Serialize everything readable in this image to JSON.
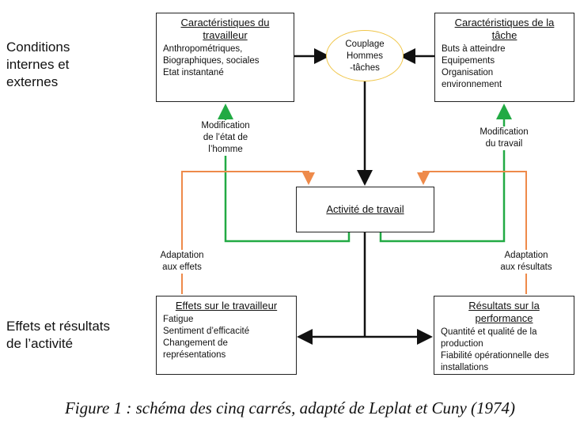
{
  "side_labels": {
    "top": [
      "Conditions",
      "internes et",
      "externes"
    ],
    "bottom": [
      "Effets et résultats",
      "de l’activité"
    ]
  },
  "boxes": {
    "worker": {
      "title": [
        "Caractéristiques du",
        "travailleur"
      ],
      "lines": [
        "Anthropométriques,",
        "Biographiques, sociales",
        "Etat instantané"
      ]
    },
    "task": {
      "title": [
        "Caractéristiques de la",
        "tâche"
      ],
      "lines": [
        "Buts à atteindre",
        "Equipements",
        "Organisation",
        "environnement"
      ]
    },
    "activity": {
      "title": "Activité de travail"
    },
    "effects": {
      "title": [
        "Effets sur le travailleur"
      ],
      "lines": [
        "Fatigue",
        "Sentiment d’efficacité",
        "Changement de",
        "représentations"
      ]
    },
    "results": {
      "title": [
        "Résultats sur la",
        "performance"
      ],
      "lines": [
        "Quantité et qualité de la",
        "production",
        "Fiabilité opérationnelle des",
        "installations"
      ]
    }
  },
  "coupling": [
    "Couplage",
    "Hommes",
    "-tâches"
  ],
  "flow_labels": {
    "mod_human": [
      "Modification",
      "de l’état de",
      "l’homme"
    ],
    "mod_work": [
      "Modification",
      "du travail"
    ],
    "adapt_effects": [
      "Adaptation",
      "aux effets"
    ],
    "adapt_results": [
      "Adaptation",
      "aux résultats"
    ]
  },
  "colors": {
    "feedback_green": "#22aa44",
    "adaptation_orange": "#ee8a4a",
    "flow_black": "#111111",
    "coupling_oval": "#f0c64a"
  },
  "caption": "Figure 1 : schéma des cinq carrés, adapté de Leplat et Cuny (1974)"
}
